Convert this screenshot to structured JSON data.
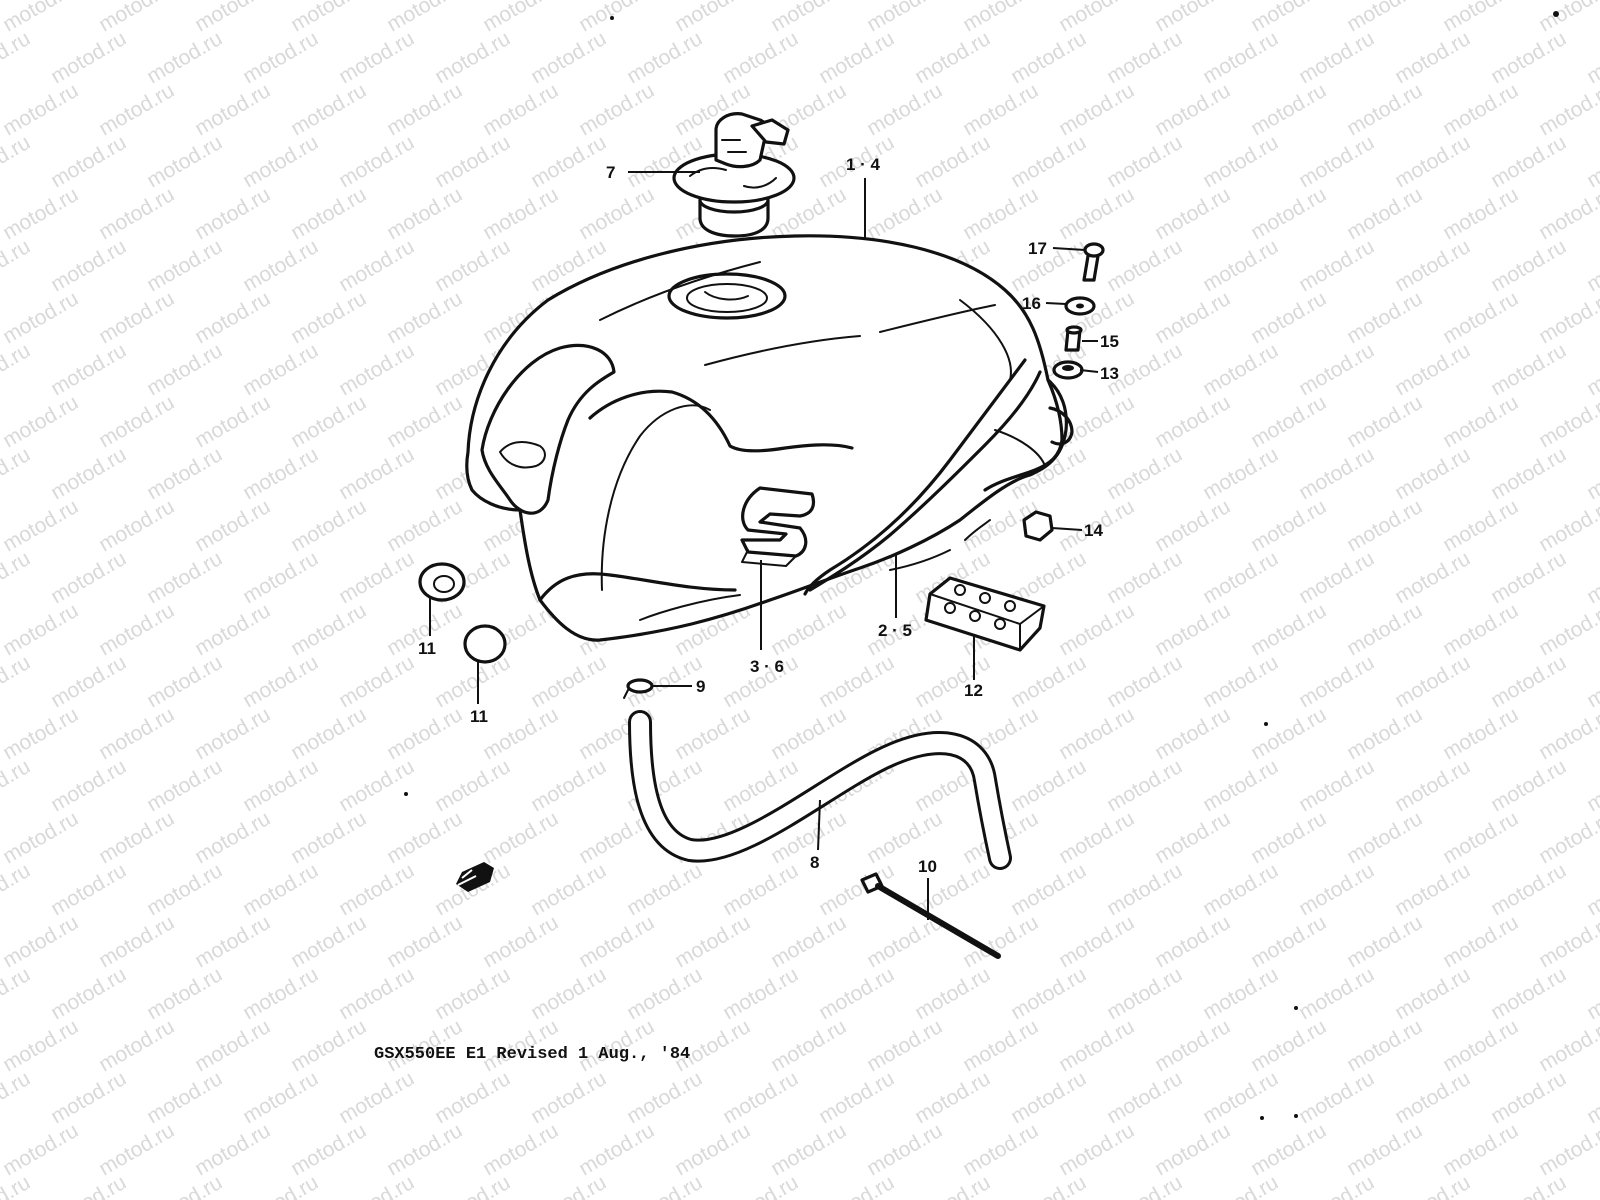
{
  "watermark": {
    "text": "motod.ru"
  },
  "caption": "GSX550EE E1 Revised 1 Aug., '84",
  "colors": {
    "ink": "#111111",
    "watermark": "#d9d9d9",
    "background": "#ffffff"
  },
  "callouts": [
    {
      "id": "7",
      "label": "7"
    },
    {
      "id": "1-4",
      "label": "1 · 4"
    },
    {
      "id": "17",
      "label": "17"
    },
    {
      "id": "16",
      "label": "16"
    },
    {
      "id": "15",
      "label": "15"
    },
    {
      "id": "13",
      "label": "13"
    },
    {
      "id": "14",
      "label": "14"
    },
    {
      "id": "2-5",
      "label": "2 · 5"
    },
    {
      "id": "3-6",
      "label": "3 · 6"
    },
    {
      "id": "12",
      "label": "12"
    },
    {
      "id": "11a",
      "label": "11"
    },
    {
      "id": "11b",
      "label": "11"
    },
    {
      "id": "9",
      "label": "9"
    },
    {
      "id": "8",
      "label": "8"
    },
    {
      "id": "10",
      "label": "10"
    }
  ],
  "icons": {
    "direction": "front-arrow-icon"
  }
}
